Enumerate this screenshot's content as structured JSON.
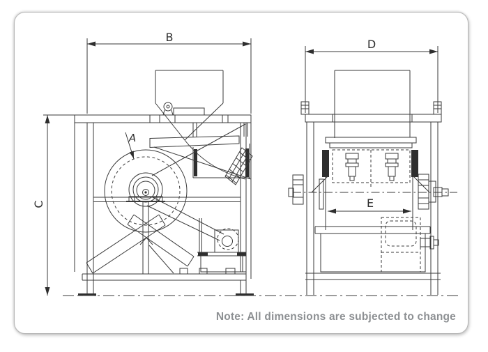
{
  "card": {
    "note": "Note: All dimensions are subjected to change"
  },
  "diagram": {
    "labels": {
      "a": "A",
      "b": "B",
      "c": "C",
      "d": "D",
      "e": "E"
    }
  },
  "colors": {
    "line": "#3a3a3a",
    "note_text": "#8d9093",
    "card_border": "#b6b6b6"
  }
}
